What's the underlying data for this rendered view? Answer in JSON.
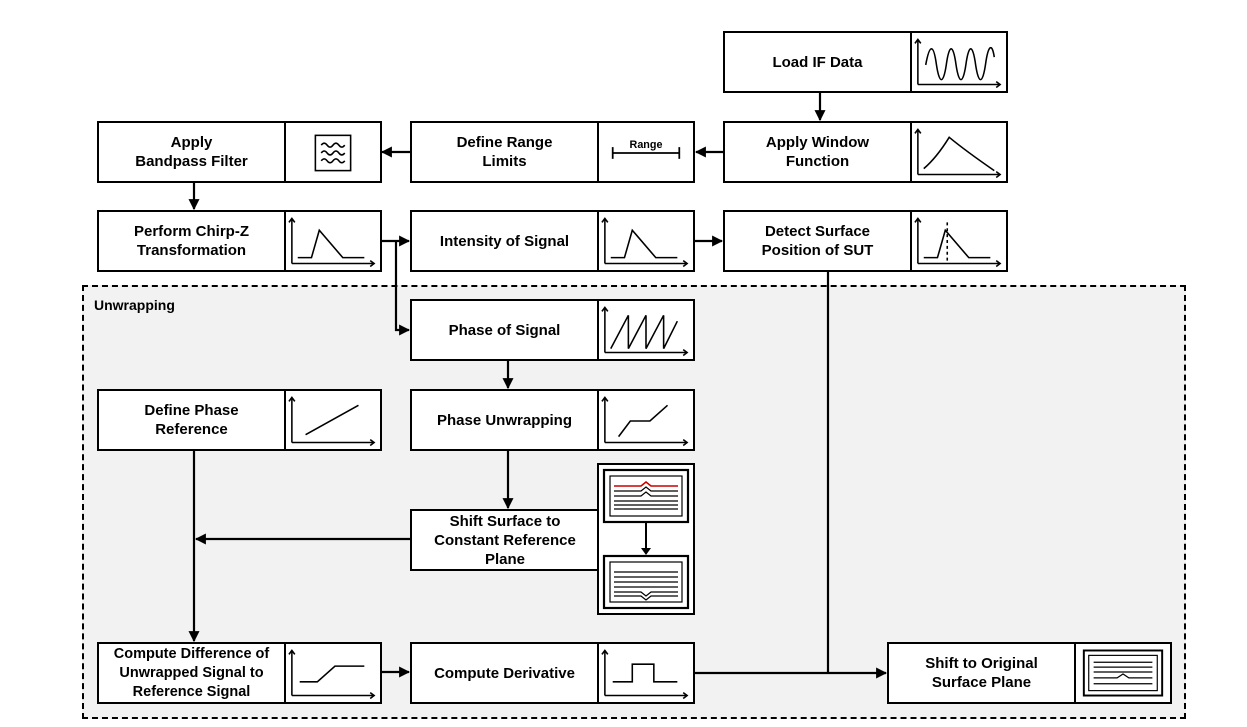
{
  "group": {
    "label": "Unwrapping"
  },
  "nodes": {
    "load_if_data": "Load IF Data",
    "apply_window": "Apply Window\nFunction",
    "define_range": "Define Range\nLimits",
    "apply_bandpass": "Apply\nBandpass Filter",
    "chirp_z": "Perform Chirp-Z\nTransformation",
    "intensity": "Intensity of Signal",
    "detect_surface": "Detect Surface\nPosition of SUT",
    "phase_signal": "Phase of Signal",
    "define_phase_ref": "Define Phase\nReference",
    "phase_unwrap": "Phase Unwrapping",
    "shift_surface": "Shift Surface to\nConstant Reference\nPlane",
    "compute_diff": "Compute Difference of\nUnwrapped Signal to\nReference Signal",
    "compute_deriv": "Compute Derivative",
    "shift_original": "Shift to Original\nSurface Plane"
  },
  "range_icon_label": "Range",
  "colors": {
    "line": "#000000",
    "group_bg": "#f2f2f2",
    "highlight": "#cc0000"
  }
}
